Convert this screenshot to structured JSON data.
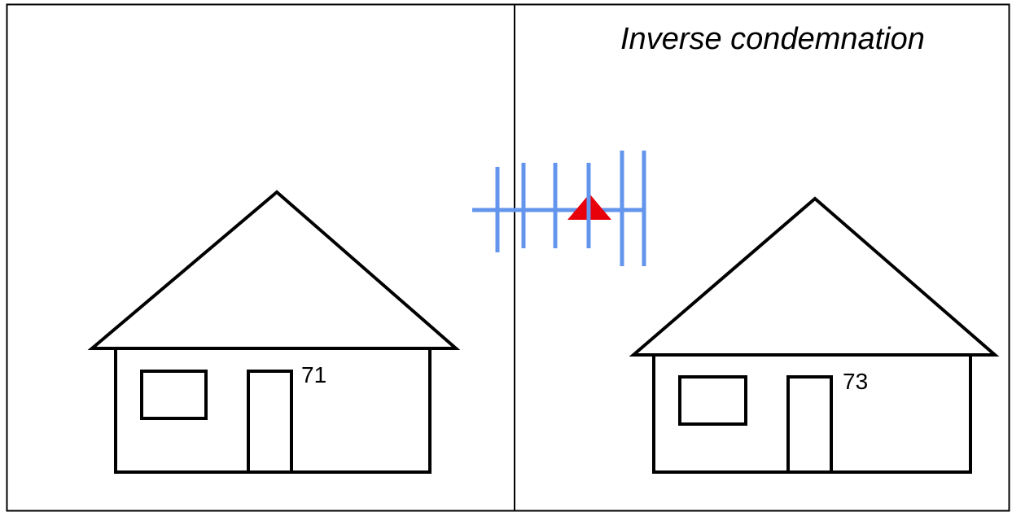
{
  "title": "Inverse condemnation",
  "houses": [
    {
      "number": "71"
    },
    {
      "number": "73"
    }
  ],
  "colors": {
    "background": "#ffffff",
    "line": "#000000",
    "antenna": "#6495ed",
    "marker": "#e8000b"
  }
}
